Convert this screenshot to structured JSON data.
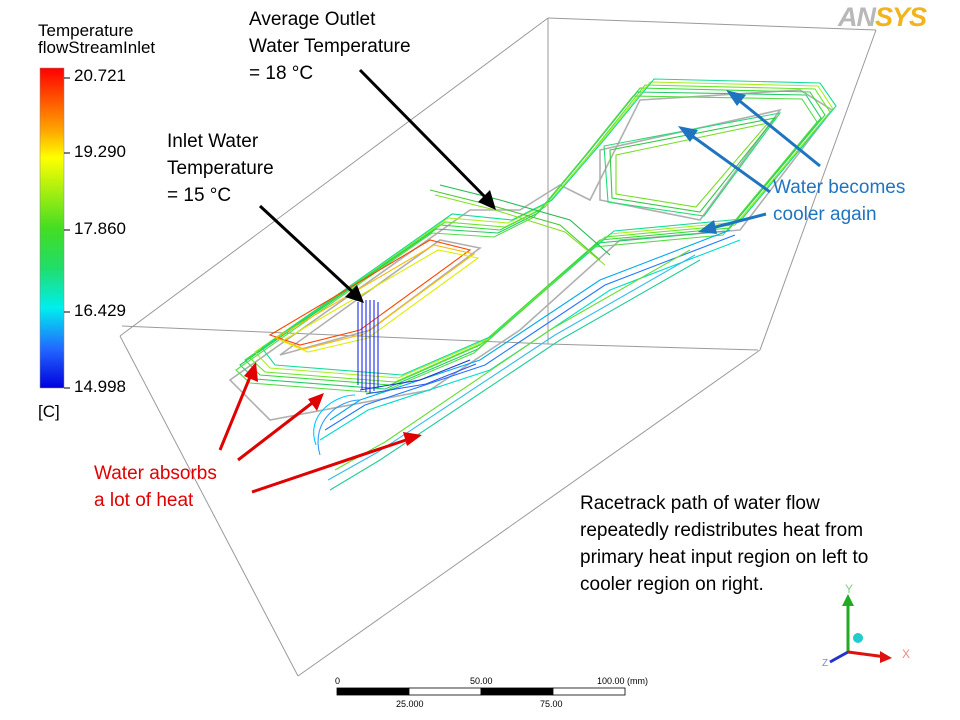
{
  "logo": {
    "prefix": "AN",
    "suffix": "SYS"
  },
  "legend": {
    "title_line1": "Temperature",
    "title_line2": "flowStreamInlet",
    "ticks": [
      "20.721",
      "19.290",
      "17.860",
      "16.429",
      "14.998"
    ],
    "unit": "[C]"
  },
  "callouts": {
    "outlet": [
      "Average Outlet",
      "Water Temperature",
      "= 18 °C"
    ],
    "inlet": [
      "Inlet Water",
      "Temperature",
      "= 15 °C"
    ],
    "cooler": [
      "Water becomes",
      "cooler again"
    ],
    "heat": [
      "Water absorbs",
      "a lot of heat"
    ],
    "racetrack": [
      "Racetrack path of water flow",
      "repeatedly redistributes heat from",
      "primary heat input region on left to",
      "cooler region on right."
    ]
  },
  "triad": {
    "x": "X",
    "y": "Y",
    "z": "Z"
  },
  "scale": {
    "top_labels": [
      "0",
      "50.00",
      "100.00 (mm)"
    ],
    "bottom_labels": [
      "25.000",
      "75.00"
    ]
  },
  "colors": {
    "blue_annotation": "#1f74c0",
    "red_annotation": "#e00000",
    "logo_an": "#b8b8b8",
    "logo_sys": "#f3b41b"
  }
}
